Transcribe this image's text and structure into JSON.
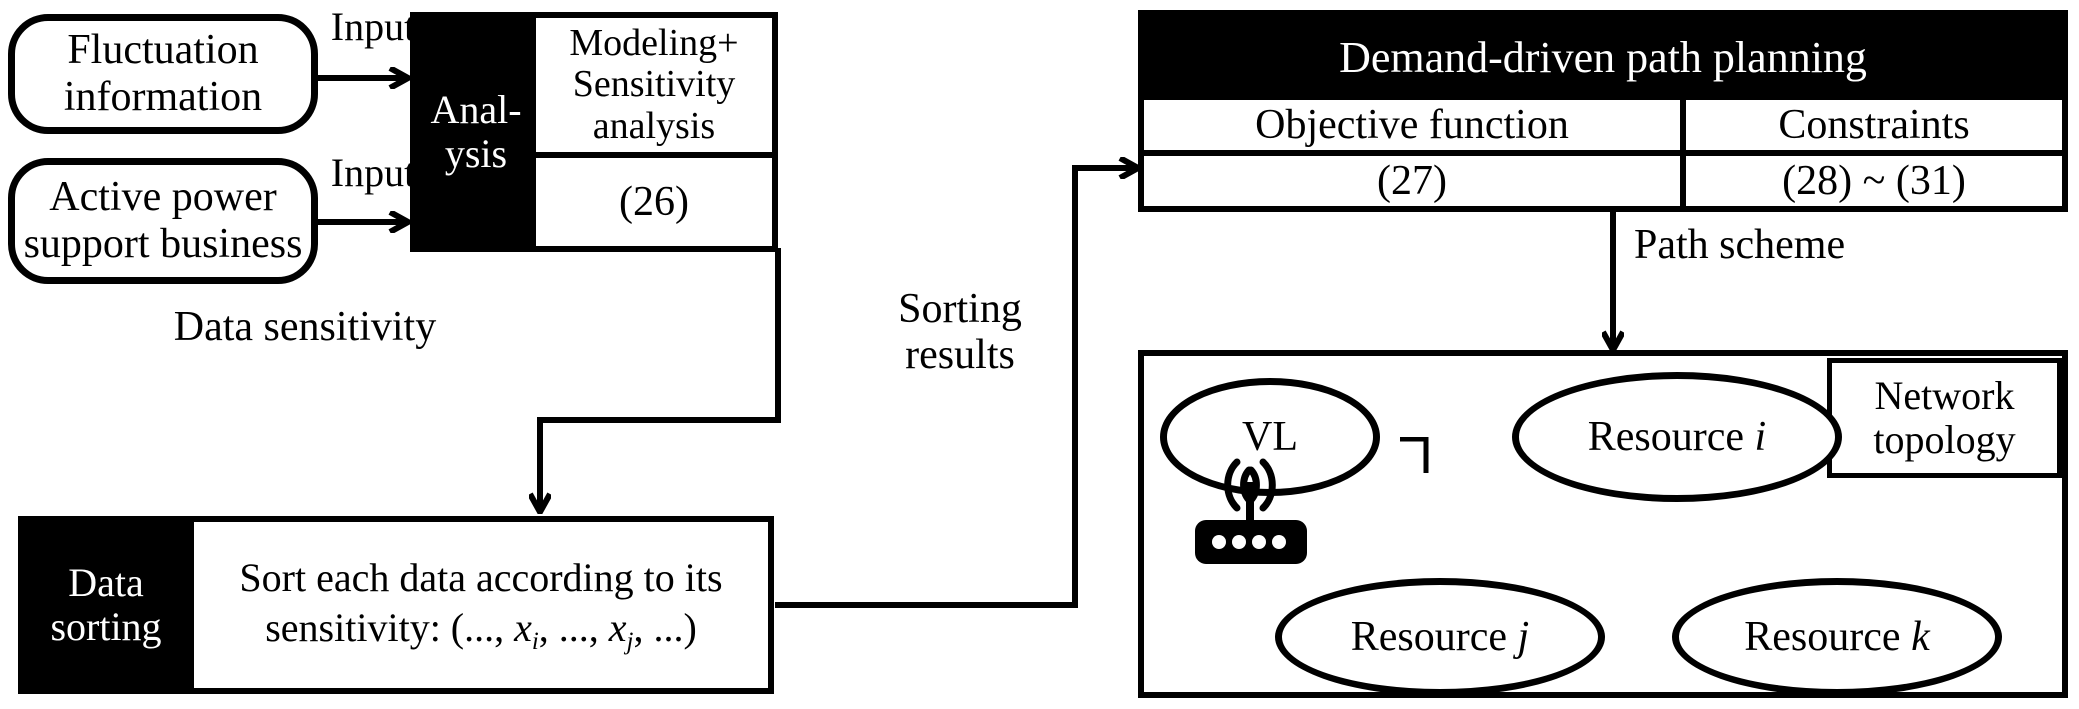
{
  "diagram": {
    "title": "Demand-driven path planning flow with data sensitivity sorting and network topology",
    "colors": {
      "ink": "#000000",
      "paper": "#ffffff",
      "header_fill": "#000000",
      "header_text": "#ffffff"
    }
  },
  "inputs": [
    {
      "id": "fluctuation",
      "label": "Fluctuation\ninformation",
      "edge_label": "Input"
    },
    {
      "id": "active_power",
      "label": "Active power\nsupport business",
      "edge_label": "Input"
    }
  ],
  "analysis_block": {
    "side_label": "Anal-\nysis",
    "rows": [
      {
        "id": "modeling",
        "text": "Modeling+\nSensitivity\nanalysis"
      },
      {
        "id": "equation",
        "text": "(26)"
      }
    ]
  },
  "edges": {
    "data_sensitivity": "Data sensitivity",
    "sorting_results": "Sorting\nresults",
    "path_scheme": "Path scheme"
  },
  "data_sorting_block": {
    "side_label": "Data\nsorting",
    "body_line1": "Sort each data according to its",
    "body_line2_prefix": "sensitivity: (..., ",
    "body_var1": "x",
    "body_var1_sub": "i",
    "body_mid": ", ..., ",
    "body_var2": "x",
    "body_var2_sub": "j",
    "body_suffix": ", ...)"
  },
  "path_planning_table": {
    "header": "Demand-driven path planning",
    "columns": [
      "Objective function",
      "Constraints"
    ],
    "values": [
      "(27)",
      "(28) ~ (31)"
    ]
  },
  "network_topology": {
    "caption": "Network\ntopology",
    "nodes": [
      {
        "id": "vl",
        "label": "VL"
      },
      {
        "id": "resource_i",
        "label": "Resource i",
        "label_plain": "Resource",
        "label_italic": "i"
      },
      {
        "id": "resource_j",
        "label": "Resource j",
        "label_plain": "Resource",
        "label_italic": "j"
      },
      {
        "id": "resource_k",
        "label": "Resource k",
        "label_plain": "Resource",
        "label_italic": "k"
      }
    ],
    "device": {
      "id": "router",
      "icon": "wireless-router-icon"
    }
  }
}
